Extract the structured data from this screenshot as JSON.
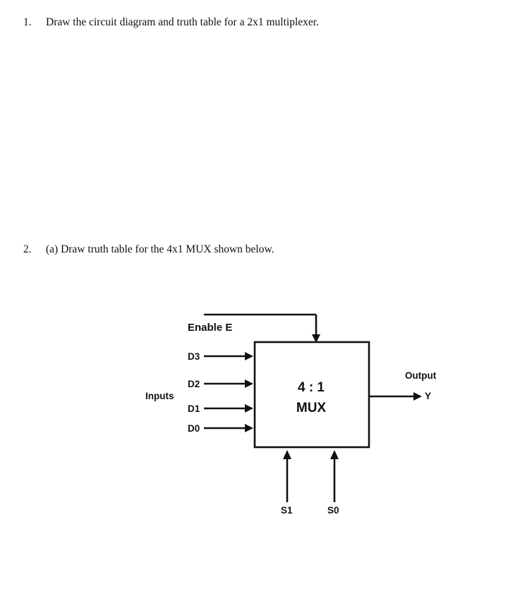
{
  "questions": [
    {
      "number": "1.",
      "text": "Draw the circuit diagram and truth table for a 2x1 multiplexer."
    },
    {
      "number": "2.",
      "text": "(a) Draw truth table for the 4x1 MUX shown below."
    }
  ],
  "diagram": {
    "enable_label": "Enable E",
    "inputs_label": "Inputs",
    "input_lines": [
      "D3",
      "D2",
      "D1",
      "D0"
    ],
    "mux_ratio": "4 : 1",
    "mux_name": "MUX",
    "output_label": "Output",
    "output_signal": "Y",
    "select_lines": [
      "S1",
      "S0"
    ]
  }
}
